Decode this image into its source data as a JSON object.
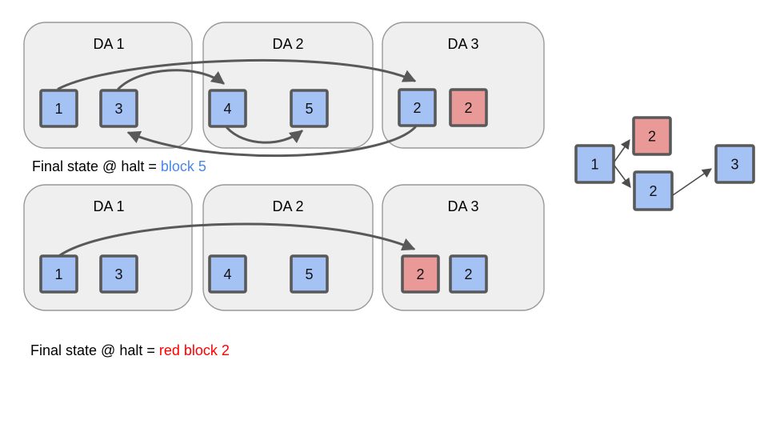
{
  "colors": {
    "block_blue": "#a4c2f4",
    "block_red": "#ea9999",
    "block_border": "#595959",
    "container_fill": "#efefef",
    "container_border": "#999999",
    "arrow": "#595959",
    "thin_arrow": "#4d4d4d",
    "text": "#000000",
    "caption_blue": "#4a86e8",
    "caption_red": "#ff0000"
  },
  "scenario1": {
    "containers": [
      {
        "label": "DA 1",
        "blocks": [
          {
            "n": "1",
            "color": "blue"
          },
          {
            "n": "3",
            "color": "blue"
          }
        ]
      },
      {
        "label": "DA 2",
        "blocks": [
          {
            "n": "4",
            "color": "blue"
          },
          {
            "n": "5",
            "color": "blue"
          }
        ]
      },
      {
        "label": "DA 3",
        "blocks": [
          {
            "n": "2",
            "color": "blue"
          },
          {
            "n": "2",
            "color": "red"
          }
        ]
      }
    ],
    "edges": [
      {
        "from": "DA1 block 1",
        "to": "DA3 blue block 2"
      },
      {
        "from": "DA1 block 3",
        "to": "DA2 block 4"
      },
      {
        "from": "DA2 block 4",
        "to": "DA2 block 5"
      },
      {
        "from": "DA3 blue block 2",
        "to": "DA1 block 3"
      }
    ],
    "caption": {
      "prefix": "Final state @ halt = ",
      "value": "block 5",
      "color": "blue"
    }
  },
  "scenario2": {
    "containers": [
      {
        "label": "DA 1",
        "blocks": [
          {
            "n": "1",
            "color": "blue"
          },
          {
            "n": "3",
            "color": "blue"
          }
        ]
      },
      {
        "label": "DA 2",
        "blocks": [
          {
            "n": "4",
            "color": "blue"
          },
          {
            "n": "5",
            "color": "blue"
          }
        ]
      },
      {
        "label": "DA 3",
        "blocks": [
          {
            "n": "2",
            "color": "red"
          },
          {
            "n": "2",
            "color": "blue"
          }
        ]
      }
    ],
    "edges": [
      {
        "from": "DA1 block 1",
        "to": "DA3 red block 2"
      }
    ],
    "caption": {
      "prefix": "Final state @ halt = ",
      "value": "red block 2",
      "color": "red"
    }
  },
  "dag": {
    "nodes": [
      {
        "n": "1",
        "color": "blue"
      },
      {
        "n": "2",
        "color": "red"
      },
      {
        "n": "2",
        "color": "blue"
      },
      {
        "n": "3",
        "color": "blue"
      }
    ],
    "edges": [
      {
        "from": "block 1",
        "to": "red block 2"
      },
      {
        "from": "block 1",
        "to": "blue block 2"
      },
      {
        "from": "blue block 2",
        "to": "block 3"
      }
    ]
  }
}
